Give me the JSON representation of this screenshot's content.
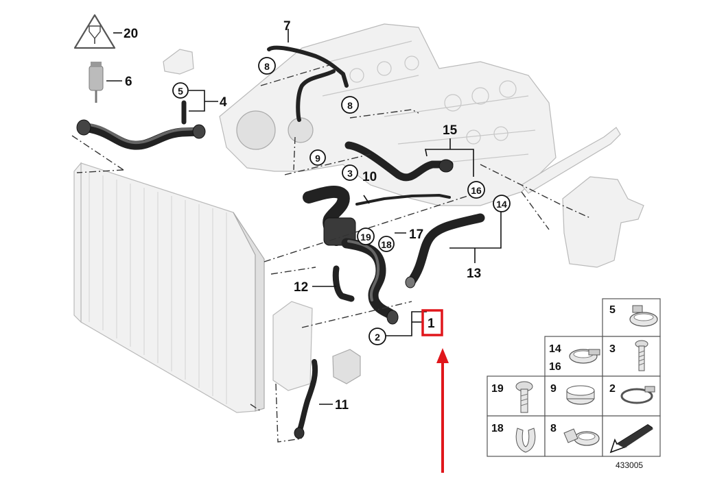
{
  "figure_number": "433005",
  "callouts": {
    "c1": "1",
    "c2": "2",
    "c3": "3",
    "c4": "4",
    "c5": "5",
    "c6": "6",
    "c7": "7",
    "c8a": "8",
    "c8b": "8",
    "c9": "9",
    "c10": "10",
    "c11": "11",
    "c12": "12",
    "c13": "13",
    "c14": "14",
    "c15": "15",
    "c16": "16",
    "c17": "17",
    "c18": "18",
    "c19": "19",
    "c20": "20"
  },
  "legend": {
    "r1c1": "5",
    "r2c1": "14",
    "r2c1b": "16",
    "r2c2": "3",
    "r3c0": "19",
    "r3c1": "9",
    "r3c2": "2",
    "r4c0": "18",
    "r4c1": "8"
  },
  "highlight": {
    "label": "1",
    "color": "#e0161b"
  },
  "colors": {
    "hose": "#222222",
    "part_outline": "#b9b9b9",
    "highlight": "#e0161b"
  }
}
